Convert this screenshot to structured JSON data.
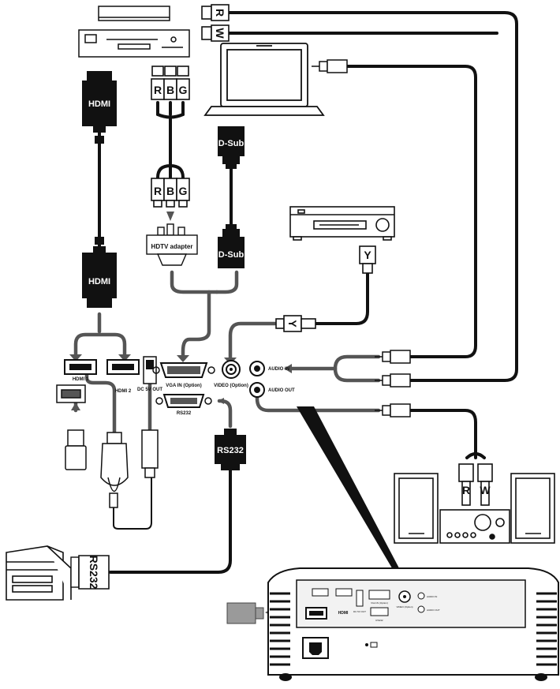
{
  "colors": {
    "ink": "#111111",
    "cable": "#1a1a1a",
    "grey_cable": "#555555",
    "panel": "#f2f2f2"
  },
  "cables": {
    "hdmi_top": "HDMI",
    "hdmi_bottom": "HDMI",
    "dsub_top": "D-Sub",
    "dsub_bottom": "D-Sub",
    "hdtv_adapter": "HDTV adapter",
    "rs232_plug": "RS232",
    "rs232_pc": "RS232",
    "rca_top": [
      "R",
      "B",
      "G"
    ],
    "rca_bottom": [
      "R",
      "B",
      "G"
    ],
    "audio_top": [
      "R",
      "W"
    ],
    "audio_speaker": [
      "R",
      "W"
    ],
    "video_plug": "Y",
    "video_plug_side": "Y"
  },
  "ports": {
    "hdmi1": "HDMI 1",
    "hdmi2": "HDMI 2",
    "dc_out": "DC 5V OUT",
    "vga_in": "VGA IN (Option)",
    "rs232": "RS232",
    "video": "VIDEO (Option)",
    "audio_in": "AUDIO IN",
    "audio_out": "AUDIO OUT"
  },
  "rear": {
    "hdmi": "HDMI",
    "dc_out": "DC 5V OUT",
    "vga_in": "VGA IN (Option)",
    "rs232": "RS232",
    "video": "VIDEO (Option)",
    "audio_in": "AUDIO IN",
    "audio_out": "AUDIO OUT"
  },
  "icons": [
    "dvd-player-icon",
    "laptop-icon",
    "vcr-icon",
    "speakers-icon",
    "usb-drive-icon",
    "hdmi-dongle-icon",
    "pc-icon",
    "projector-icon",
    "wireless-dongle-icon"
  ]
}
